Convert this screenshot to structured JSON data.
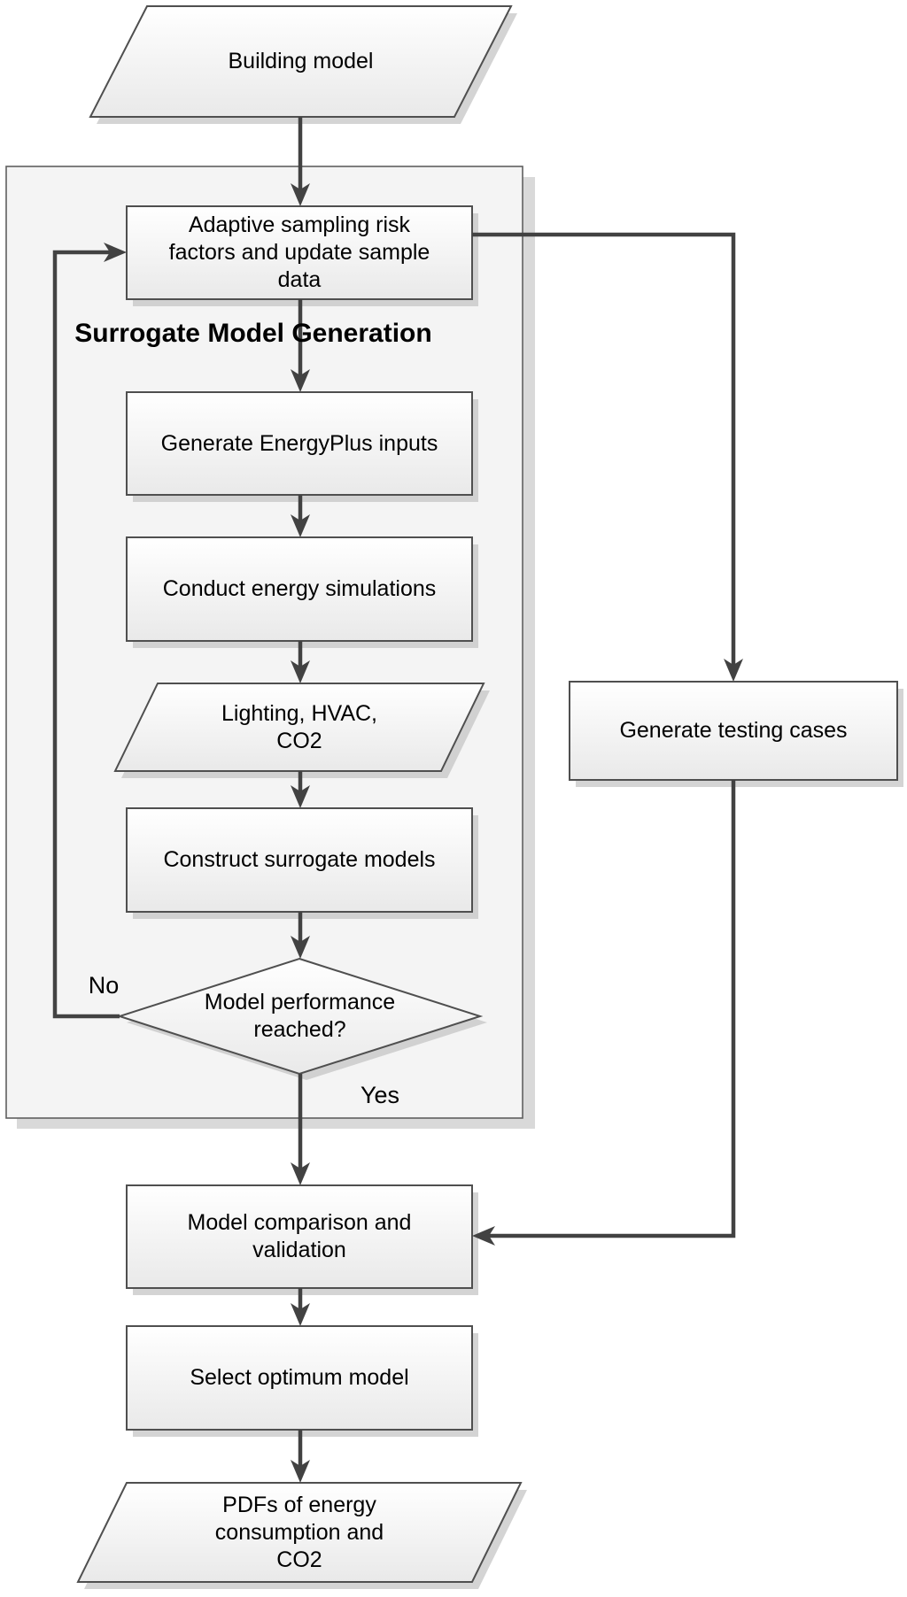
{
  "container": {
    "label": "Surrogate Model Generation"
  },
  "nodes": {
    "building_model": {
      "label": "Building model",
      "shape": "parallelogram"
    },
    "adaptive_sampling": {
      "label": "Adaptive sampling risk factors and update sample data",
      "shape": "process"
    },
    "generate_energyplus_inputs": {
      "label": "Generate EnergyPlus inputs",
      "shape": "process"
    },
    "conduct_energy_simulations": {
      "label": "Conduct energy simulations",
      "shape": "process"
    },
    "lighting_hvac_co2": {
      "label": "Lighting, HVAC, CO2",
      "shape": "parallelogram"
    },
    "construct_surrogate_models": {
      "label": "Construct surrogate models",
      "shape": "process"
    },
    "model_performance_reached": {
      "label": "Model performance reached?",
      "shape": "decision"
    },
    "generate_testing_cases": {
      "label": "Generate testing cases",
      "shape": "process"
    },
    "model_comparison_validation": {
      "label": "Model comparison and validation",
      "shape": "process"
    },
    "select_optimum_model": {
      "label": "Select optimum model",
      "shape": "process"
    },
    "pdfs_energy_co2": {
      "label": "PDFs of energy consumption and CO2",
      "shape": "parallelogram"
    }
  },
  "edges": {
    "no_label": "No",
    "yes_label": "Yes"
  },
  "colors": {
    "line": "#424242",
    "box_border": "#4f4f4f",
    "box_fill_top": "#ffffff",
    "box_fill_bottom": "#e9e9e9",
    "container_fill": "#f4f4f4",
    "shadow": "#c6c6c6",
    "text": "#000000"
  }
}
